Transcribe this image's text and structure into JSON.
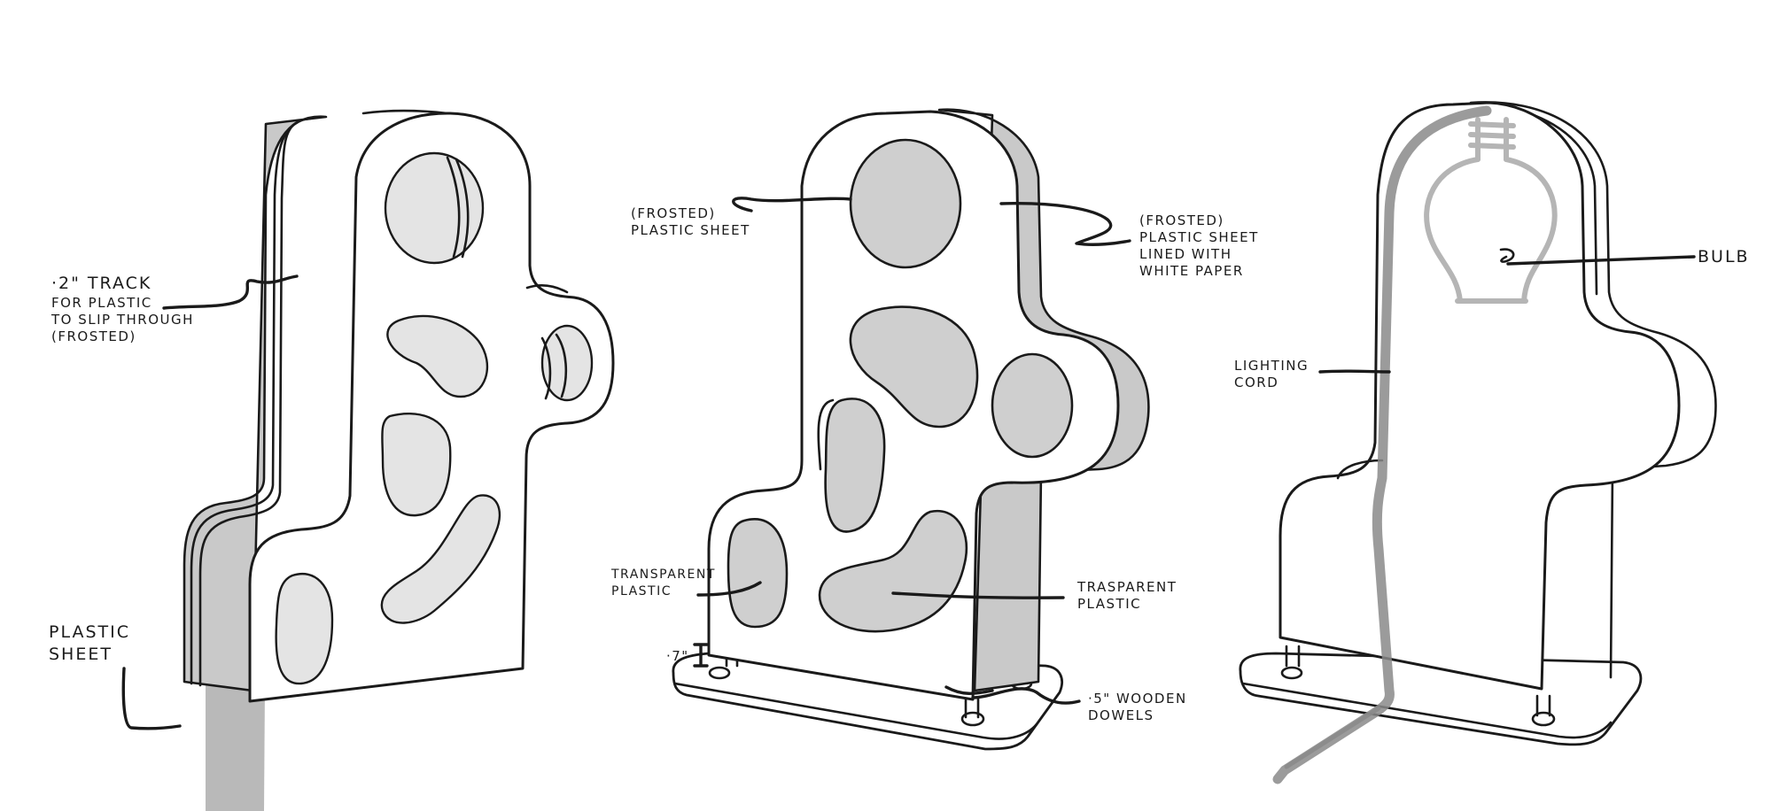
{
  "annotations": {
    "track": [
      "·2\" TRACK",
      "FOR PLASTIC",
      "TO SLIP THROUGH",
      "(FROSTED)"
    ],
    "plastic_sheet": [
      "PLASTIC",
      "SHEET"
    ],
    "frosted_sheet": [
      "(FROSTED)",
      "PLASTIC SHEET"
    ],
    "frosted_lined": [
      "(FROSTED)",
      "PLASTIC SHEET",
      "LINED WITH",
      "WHITE PAPER"
    ],
    "transparent_left": [
      "TRANSPARENT",
      "PLASTIC"
    ],
    "transparent_right": [
      "TRASPARENT",
      "PLASTIC"
    ],
    "height_dim": "·7\"",
    "dowels": [
      "·5\" WOODEN",
      "DOWELS"
    ],
    "bulb": "BULB",
    "cord": [
      "LIGHTING",
      "CORD"
    ]
  },
  "colors": {
    "ink": "#1a1a1a",
    "shade": "#c9c9c9",
    "hole_fill": "#cfcfcf",
    "cord": "#8a8a8a",
    "bulb": "#b5b5b5",
    "background": "#ffffff"
  }
}
